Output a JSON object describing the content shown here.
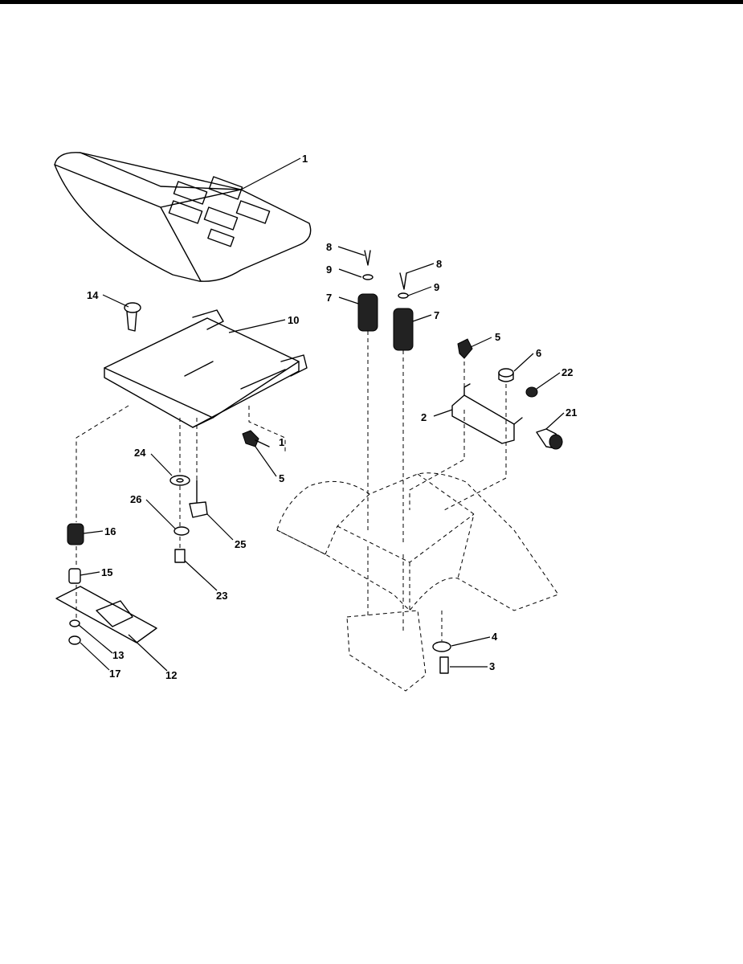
{
  "callouts": [
    {
      "id": "c1",
      "label": "1"
    },
    {
      "id": "c8a",
      "label": "8"
    },
    {
      "id": "c9a",
      "label": "9"
    },
    {
      "id": "c7a",
      "label": "7"
    },
    {
      "id": "c8b",
      "label": "8"
    },
    {
      "id": "c9b",
      "label": "9"
    },
    {
      "id": "c7b",
      "label": "7"
    },
    {
      "id": "c14",
      "label": "14"
    },
    {
      "id": "c10",
      "label": "10"
    },
    {
      "id": "c5a",
      "label": "5"
    },
    {
      "id": "c6",
      "label": "6"
    },
    {
      "id": "c22",
      "label": "22"
    },
    {
      "id": "c2",
      "label": "2"
    },
    {
      "id": "c21",
      "label": "21"
    },
    {
      "id": "c1b",
      "label": "1"
    },
    {
      "id": "c5b",
      "label": "5"
    },
    {
      "id": "c24",
      "label": "24"
    },
    {
      "id": "c26",
      "label": "26"
    },
    {
      "id": "c25",
      "label": "25"
    },
    {
      "id": "c16",
      "label": "16"
    },
    {
      "id": "c23",
      "label": "23"
    },
    {
      "id": "c15",
      "label": "15"
    },
    {
      "id": "c4",
      "label": "4"
    },
    {
      "id": "c3",
      "label": "3"
    },
    {
      "id": "c13",
      "label": "13"
    },
    {
      "id": "c17",
      "label": "17"
    },
    {
      "id": "c12",
      "label": "12"
    }
  ]
}
